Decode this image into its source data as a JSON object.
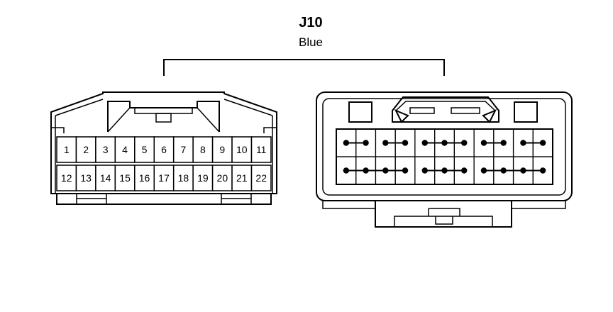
{
  "connector": {
    "id": "J10",
    "color_label": "Blue"
  },
  "pins": {
    "top": [
      "1",
      "2",
      "3",
      "4",
      "5",
      "6",
      "7",
      "8",
      "9",
      "10",
      "11"
    ],
    "bottom": [
      "12",
      "13",
      "14",
      "15",
      "16",
      "17",
      "18",
      "19",
      "20",
      "21",
      "22"
    ]
  },
  "terminal_links": {
    "top_groups": [
      [
        0,
        1
      ],
      [
        2,
        3
      ],
      [
        4,
        5,
        6
      ],
      [
        7,
        8
      ],
      [
        9,
        10
      ]
    ],
    "bottom_groups": [
      [
        0,
        1,
        2,
        3
      ],
      [
        4,
        5,
        6
      ],
      [
        7,
        8,
        9,
        10
      ]
    ]
  }
}
